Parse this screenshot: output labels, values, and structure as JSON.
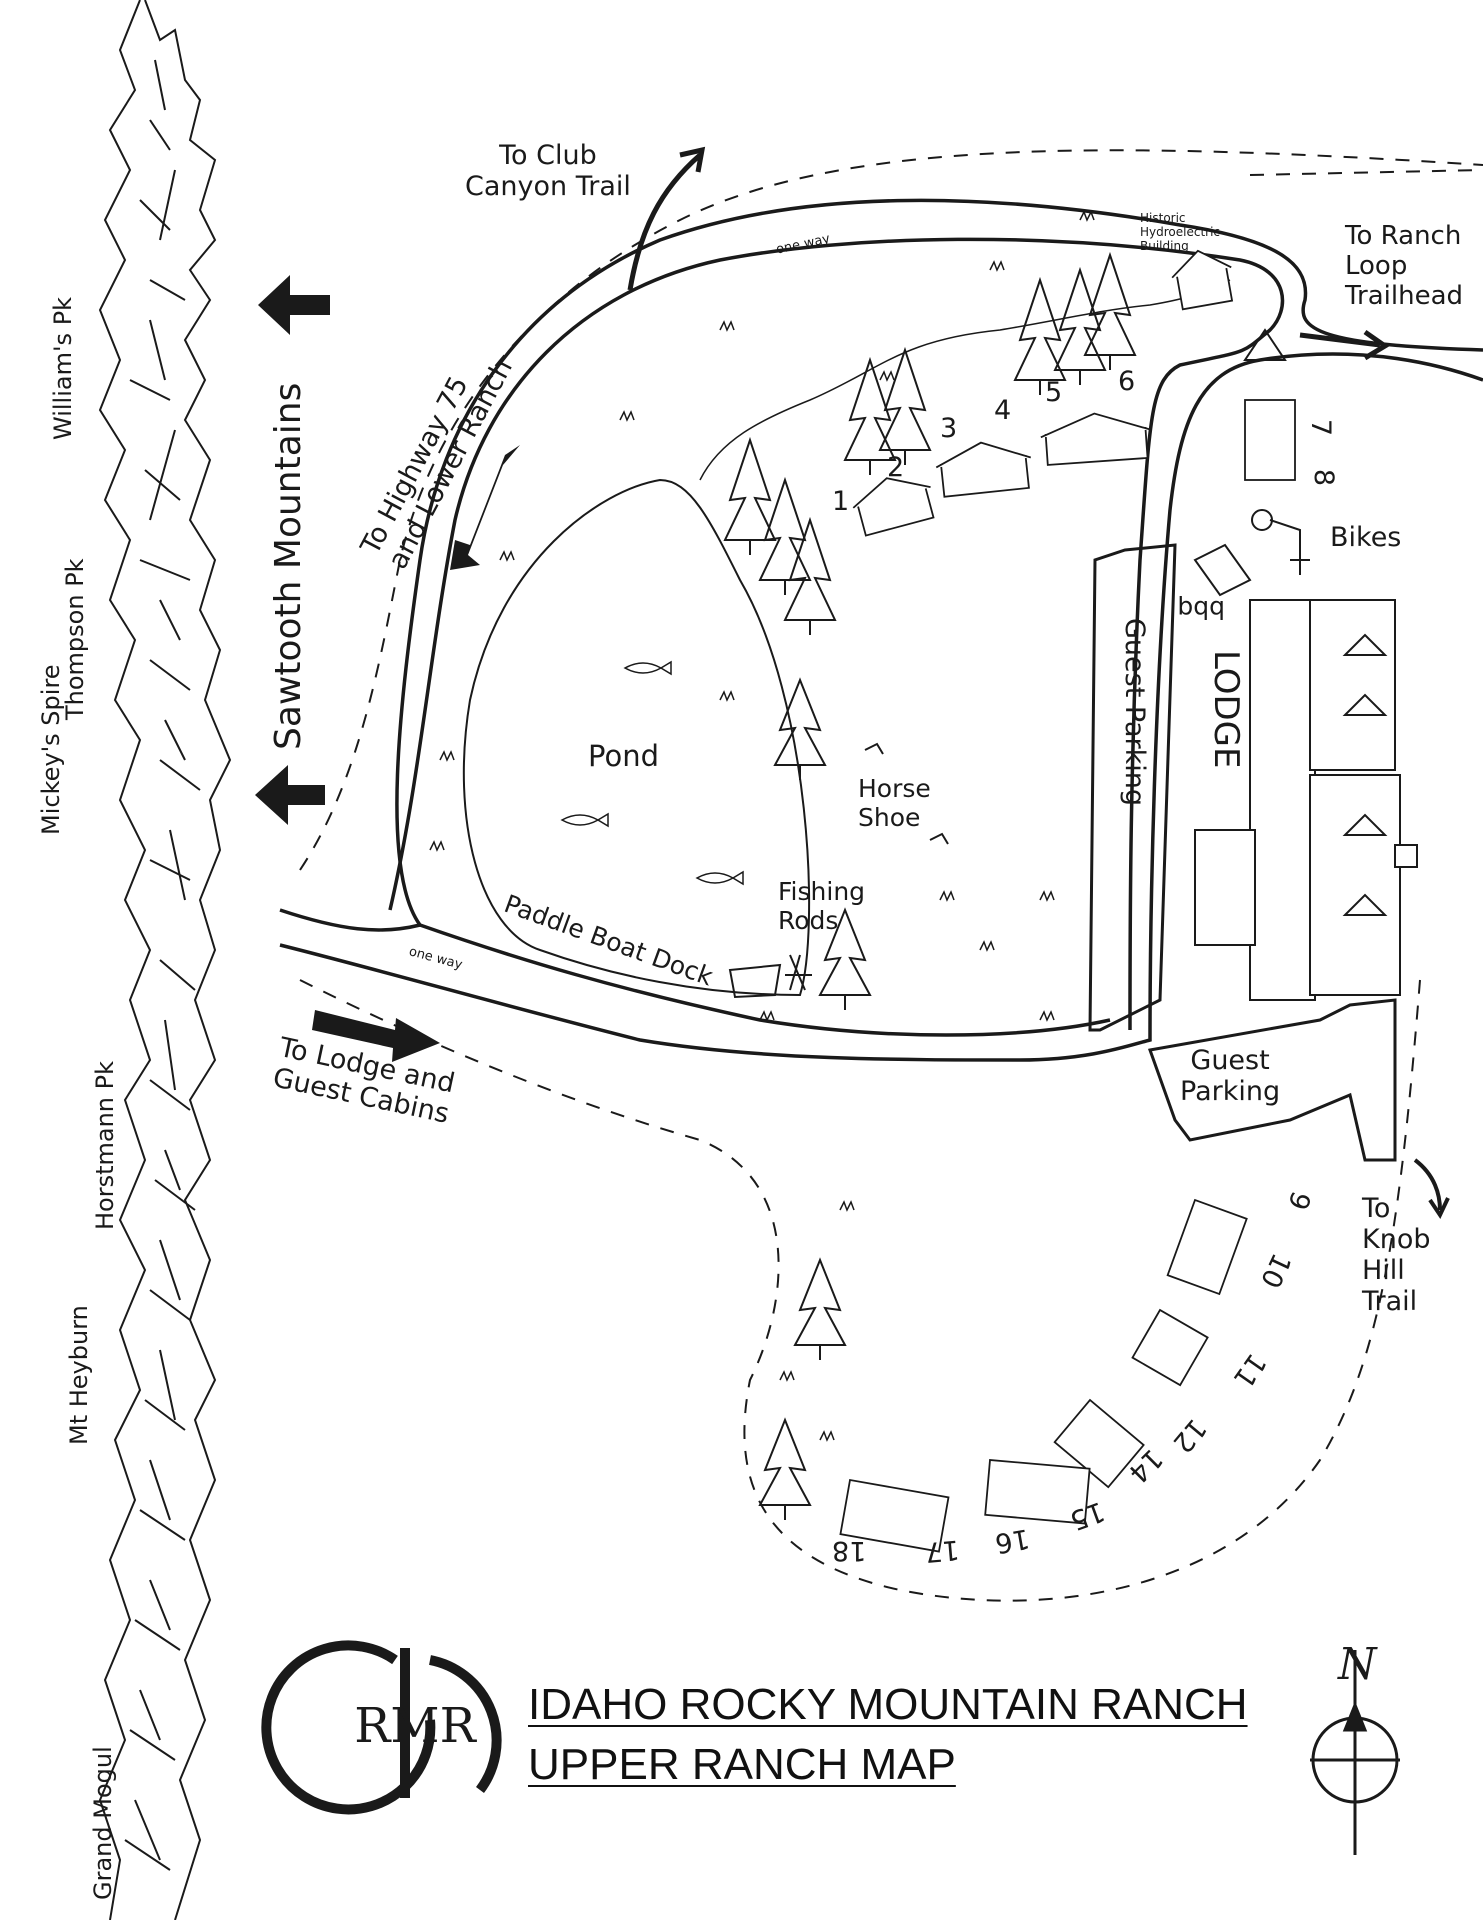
{
  "title": {
    "line1": "IDAHO ROCKY MOUNTAIN RANCH",
    "line2": "UPPER RANCH MAP",
    "logo_text": "RMR"
  },
  "mountains": {
    "range_label": "Sawtooth Mountains",
    "peaks": [
      "William's Pk",
      "Thompson Pk",
      "Mickey's Spire",
      "Horstmann Pk",
      "Mt Heyburn",
      "Grand Mogul"
    ]
  },
  "directions": {
    "club_canyon": "To Club\nCanyon Trail",
    "highway": "To Highway 75\nand Lower Ranch",
    "lodge_cabins": "To Lodge and\nGuest Cabins",
    "ranch_loop": "To Ranch\nLoop\nTrailhead",
    "knob_hill": "To\nKnob\nHill\nTrail"
  },
  "features": {
    "hydro": "Historic\nHydroelectric\nBuilding",
    "one_way": "one way",
    "pond": "Pond",
    "paddle_dock": "Paddle Boat Dock",
    "fishing_rods": "Fishing\nRods",
    "horse_shoe": "Horse\nShoe",
    "bikes": "Bikes",
    "bbq": "bbq",
    "lodge": "LODGE",
    "guest_parking_vertical": "Guest Parking",
    "guest_parking_lot": "Guest\nParking",
    "north": "N"
  },
  "cabins": [
    "1",
    "2",
    "3",
    "4",
    "5",
    "6",
    "7",
    "8",
    "9",
    "10",
    "11",
    "12",
    "14",
    "15",
    "16",
    "17",
    "18"
  ],
  "colors": {
    "ink": "#1a1a1a",
    "paper": "#ffffff"
  }
}
